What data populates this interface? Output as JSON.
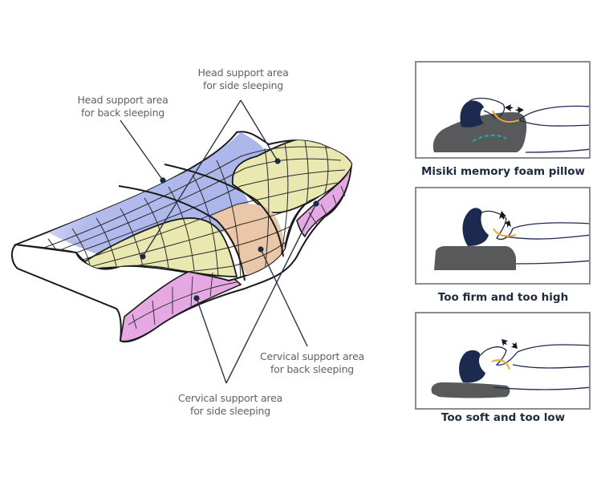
{
  "figure": {
    "title": "Pillow support areas and sleeping posture comparison",
    "colors": {
      "head_back": "#b3bcec",
      "head_side": "#e8e8b0",
      "cervical_back": "#eac7a8",
      "cervical_side": "#e5a8e2",
      "outline": "#1a1a1a",
      "leader": "#2c3548",
      "dot": "#1b2a45",
      "pillow_gray": "#58595b",
      "hair_navy": "#1b2a4e",
      "spine_orange": "#f0a830",
      "spine_teal": "#2ba3a8",
      "label_text": "#5e6168",
      "caption_text": "#1e2a3e"
    }
  },
  "callouts": [
    {
      "id": "head-back",
      "line1": "Head support area",
      "line2": "for back sleeping"
    },
    {
      "id": "head-side",
      "line1": "Head support area",
      "line2": "for side sleeping"
    },
    {
      "id": "cervical-back",
      "line1": "Cervical support area",
      "line2": "for back sleeping"
    },
    {
      "id": "cervical-side",
      "line1": "Cervical support area",
      "line2": "for side sleeping"
    }
  ],
  "panels": [
    {
      "caption": "Misiki memory foam pillow",
      "pillow": "contoured",
      "neck_arrows": "horizontal"
    },
    {
      "caption": "Too firm and too high",
      "pillow": "tall-block",
      "neck_arrows": "compressed"
    },
    {
      "caption": "Too soft and too low",
      "pillow": "flat",
      "neck_arrows": "stretched"
    }
  ]
}
